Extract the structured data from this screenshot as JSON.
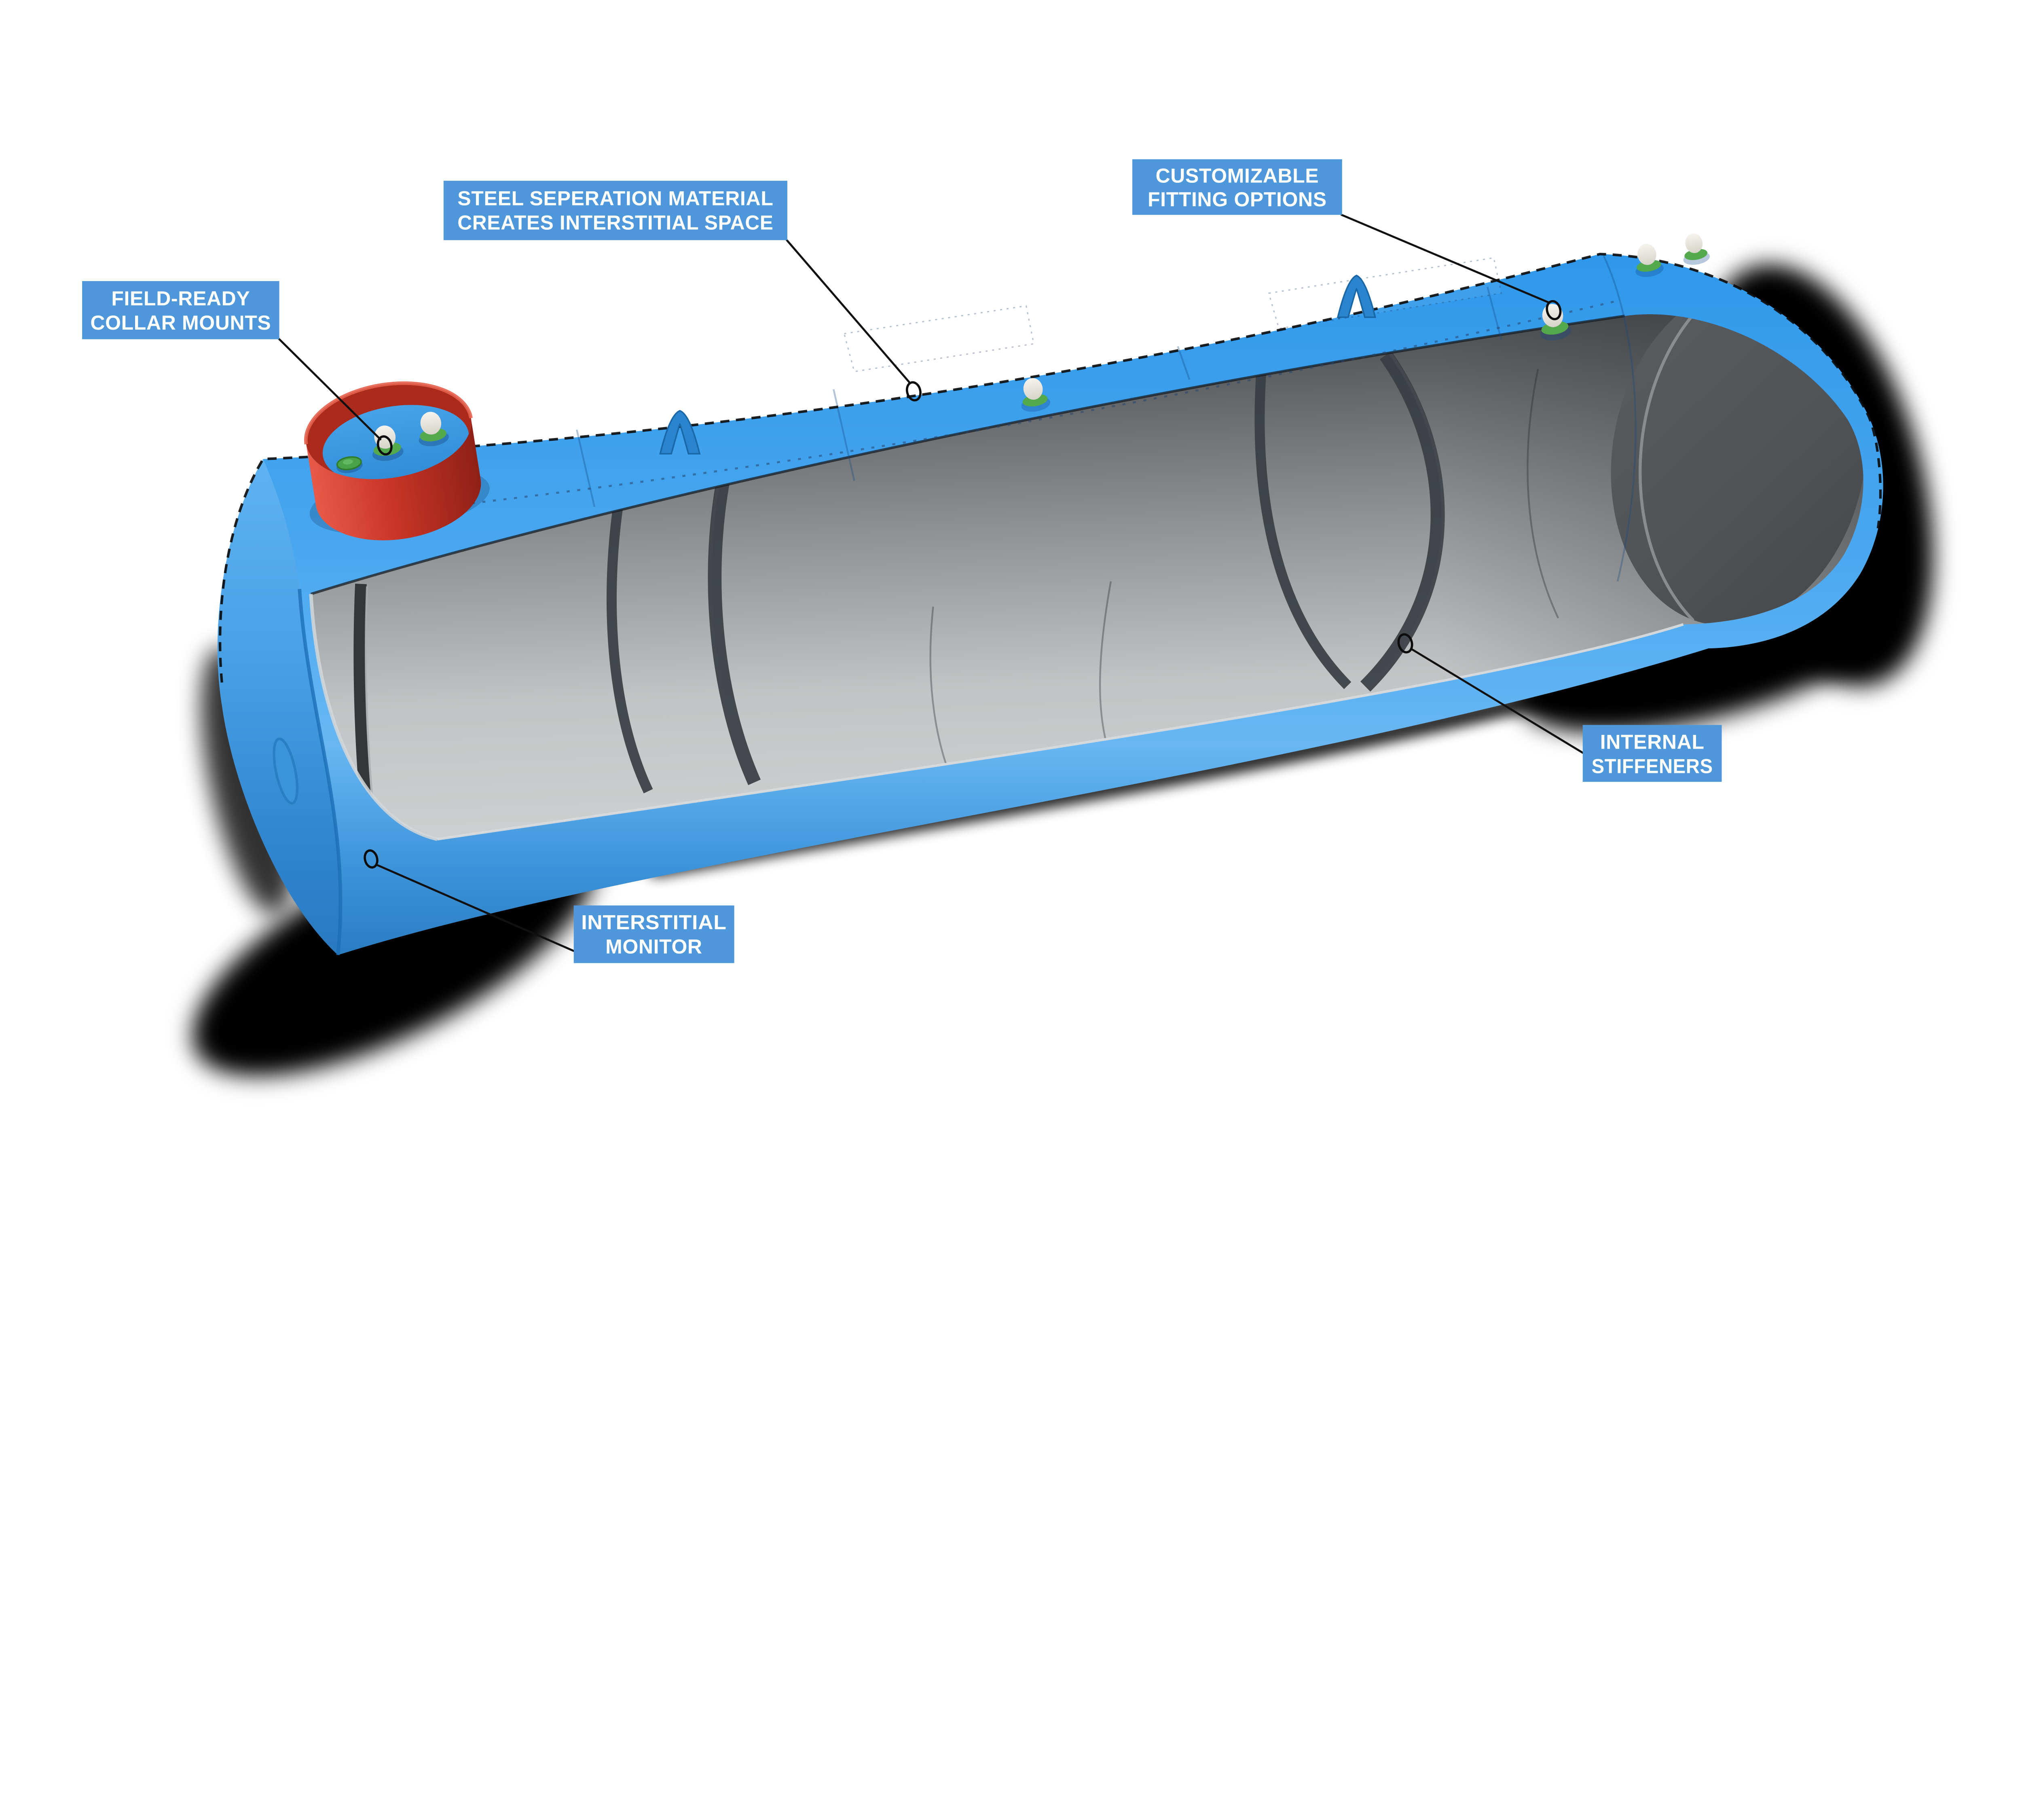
{
  "diagram": {
    "title": "Dual-wall steel storage tank cutaway diagram",
    "background": "#ffffff",
    "colors": {
      "label_box": "#4d97da",
      "label_text": "#ffffff",
      "leader_line": "#101010",
      "tank_blue": "#3f9fe8",
      "tank_blue_dark": "#2b7dc2",
      "tank_blue_light": "#6fbaf4",
      "interior_light": "#cdcfd0",
      "interior_dark": "#3f4347",
      "end_cap_interior": "#515457",
      "stiffener": "#3a3e42",
      "monitor_pipe": "#33373a",
      "collar_red": "#c9372a",
      "collar_red_dark": "#8f2016",
      "collar_red_light": "#e85948",
      "fitting_white": "#f0eee8",
      "fitting_green": "#53a94b",
      "shadow": "#000000"
    },
    "labels": [
      {
        "id": "collar",
        "line1": "FIELD-READY",
        "line2": "COLLAR MOUNTS"
      },
      {
        "id": "separation",
        "line1": "STEEL SEPERATION MATERIAL",
        "line2": "CREATES INTERSTITIAL SPACE"
      },
      {
        "id": "fittings",
        "line1": "CUSTOMIZABLE",
        "line2": "FITTING OPTIONS"
      },
      {
        "id": "stiffeners",
        "line1": "INTERNAL",
        "line2": "STIFFENERS"
      },
      {
        "id": "monitor",
        "line1": "INTERSTITIAL",
        "line2": "MONITOR"
      }
    ]
  }
}
